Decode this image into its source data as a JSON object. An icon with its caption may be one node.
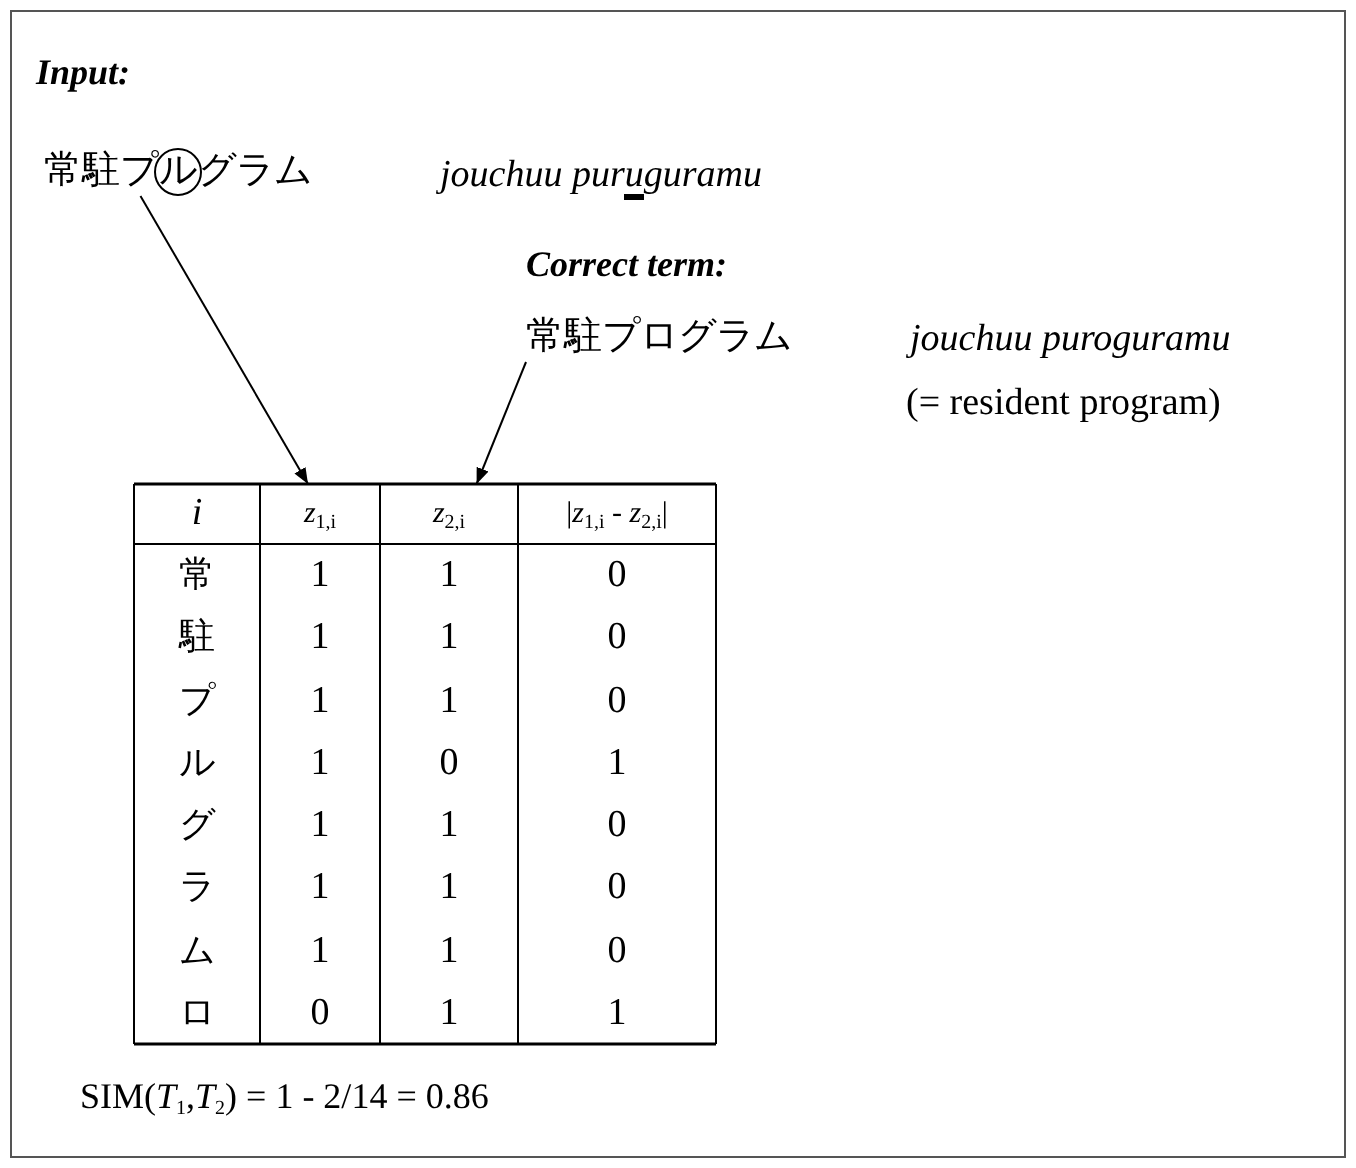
{
  "diagram": {
    "nodes": [
      {
        "text": [
          "常駐プ**ル**グラム"
        ],
        "beside": [
          "jouchuu pur**u**guramu"
        ]
      },
      {
        "text": [
          "常駐プログラム"
        ],
        "beside": [
          "jouchuu puroguramu",
          "(= resident program)"
        ]
      },
      {
        "text": [
          "*z*$_{1,i}$"
        ]
      },
      {
        "text": [
          "*z*$_{2,i}$"
        ]
      }
    ],
    "edges": [
      {
        "from": 0,
        "to": 2,
        "arrow": "to"
      },
      {
        "from": 1,
        "to": 3,
        "arrow": "to"
      }
    ],
    "labels": [
      "Input:",
      "Correct term:",
      "i",
      "|*z*$_{1,i}$ - *z*$_{2,i}$|",
      "常",
      "1",
      "1",
      "0",
      "駐",
      "1",
      "1",
      "0",
      "プ",
      "1",
      "1",
      "0",
      "ル",
      "1",
      "0",
      "1",
      "グ",
      "1",
      "1",
      "0",
      "ラ",
      "1",
      "1",
      "0",
      "ム",
      "1",
      "1",
      "0",
      "ロ",
      "0",
      "1",
      "1",
      "SIM(*T*$_{1}$,*T*$_{2}$) = 1 - 2/14 = 0.86"
    ]
  }
}
